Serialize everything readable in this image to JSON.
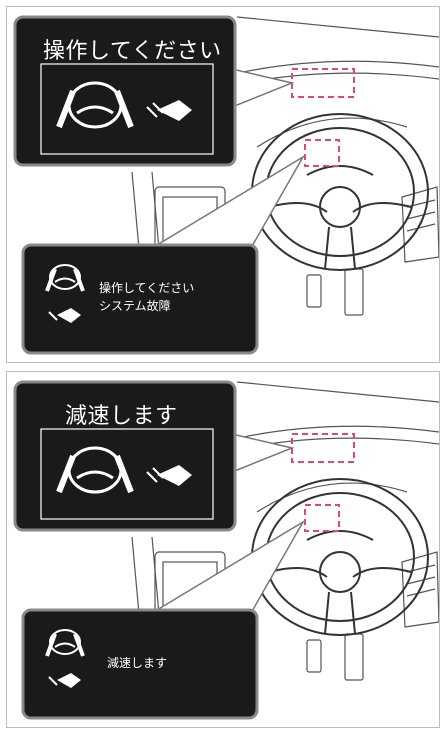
{
  "panels": [
    {
      "hud_message": "操作してください",
      "cluster_lines": [
        "操作してください",
        "システム故障"
      ]
    },
    {
      "hud_message": "減速します",
      "cluster_lines": [
        "減速します"
      ]
    }
  ],
  "colors": {
    "screen": "#1a1a1a",
    "frame": "#222222",
    "callout_border": "#888888",
    "highlight": "#e0457b"
  },
  "icons": [
    "steering-wheel-hands-icon",
    "hand-pointing-icon"
  ]
}
